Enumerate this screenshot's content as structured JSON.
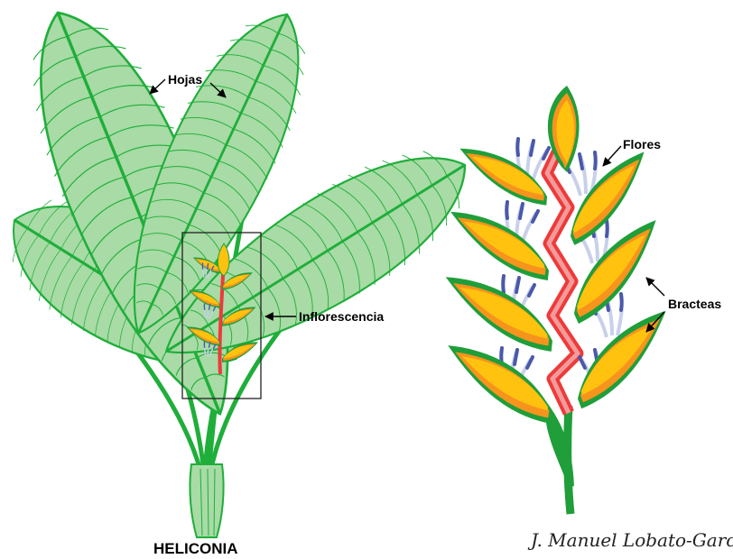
{
  "title": "HELICONIA",
  "labels": {
    "hojas": "Hojas",
    "inflorescencia": "Inflorescencia",
    "flores": "Flores",
    "bracteas": "Bracteas"
  },
  "author": "J. Manuel Lobato-García",
  "colors": {
    "leaf_fill": "#a8dba5",
    "leaf_dark": "#1fae3a",
    "bract_yellow": "#ffc20e",
    "bract_orange": "#f7941d",
    "bract_green": "#1f9e3a",
    "rachis_red": "#ee3a3a",
    "rachis_pink": "#f29b9b",
    "flower_blue": "#4a59a8",
    "flower_light": "#c9d0ea",
    "box_stroke": "#222222"
  }
}
